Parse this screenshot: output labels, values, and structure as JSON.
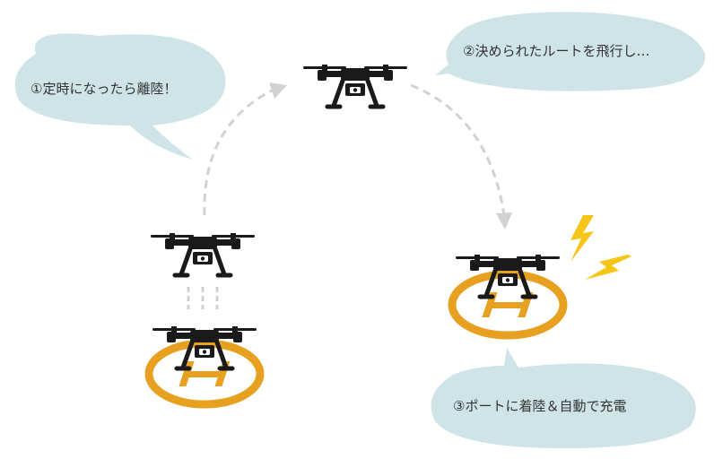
{
  "bubbles": {
    "step1": "①定時になったら離陸！",
    "step2": "②決められたルートを飛行し…",
    "step3": "③ポートに着陸＆自動で充電"
  },
  "colors": {
    "bubble": "#cfe4e6",
    "arrow": "#d2d2d2",
    "pad": "#e8a020",
    "drone": "#1a1a1a",
    "lightning": "#f5c518",
    "text": "#333333"
  },
  "icons": [
    "drone-icon",
    "landing-pad-icon",
    "lightning-icon",
    "dashed-arrow"
  ]
}
